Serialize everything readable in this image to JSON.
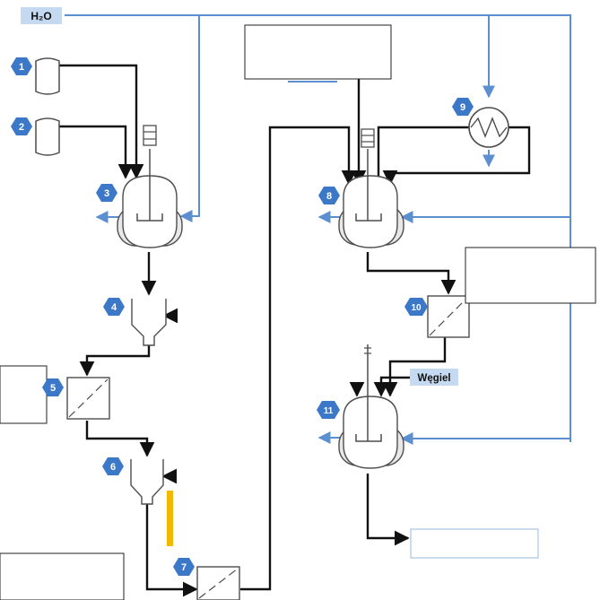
{
  "labels": {
    "water": "H₂O",
    "coal": "Węgiel"
  },
  "steps": [
    "1",
    "2",
    "3",
    "4",
    "5",
    "6",
    "7",
    "8",
    "9",
    "10",
    "11"
  ],
  "colors": {
    "process_line": "#111111",
    "water_line": "#5b8fd0",
    "hex_badge": "#3c78c8",
    "label_box": "#c5d9f1",
    "highlight_bar": "#f5b800",
    "equipment_stroke": "#4d4d4d",
    "equipment_fill": "#ffffff",
    "vessel_jacket": "#e8e8e8"
  }
}
